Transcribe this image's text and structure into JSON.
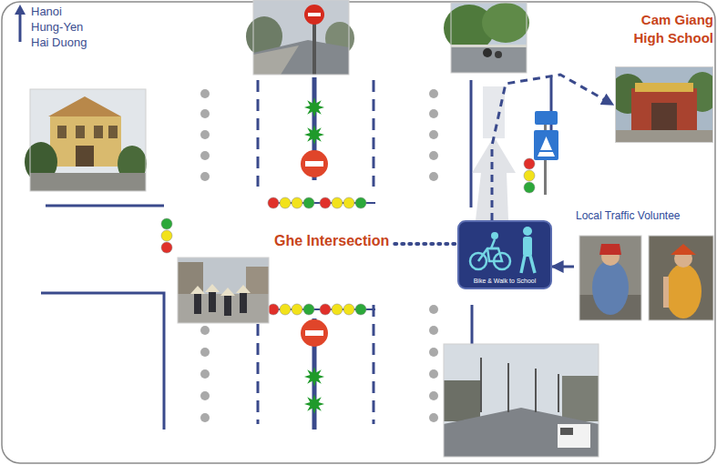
{
  "diagram": {
    "nodes": [
      {
        "text": [
          "Ghe Intersection"
        ]
      },
      {
        "text": [
          "Bike & Walk to School"
        ]
      },
      {
        "text": [
          "Cam Giang High School"
        ]
      },
      {
        "text": [
          "Local Traffic Voluntee"
        ]
      }
    ],
    "edges": [
      {
        "from": 0,
        "to": 1,
        "arrow": "none"
      },
      {
        "from": 1,
        "to": 2,
        "arrow": "to"
      },
      {
        "from": 3,
        "to": 1,
        "arrow": "to"
      }
    ],
    "labels": [
      "Hanoi",
      "Hung-Yen",
      "Hai Duong"
    ]
  }
}
